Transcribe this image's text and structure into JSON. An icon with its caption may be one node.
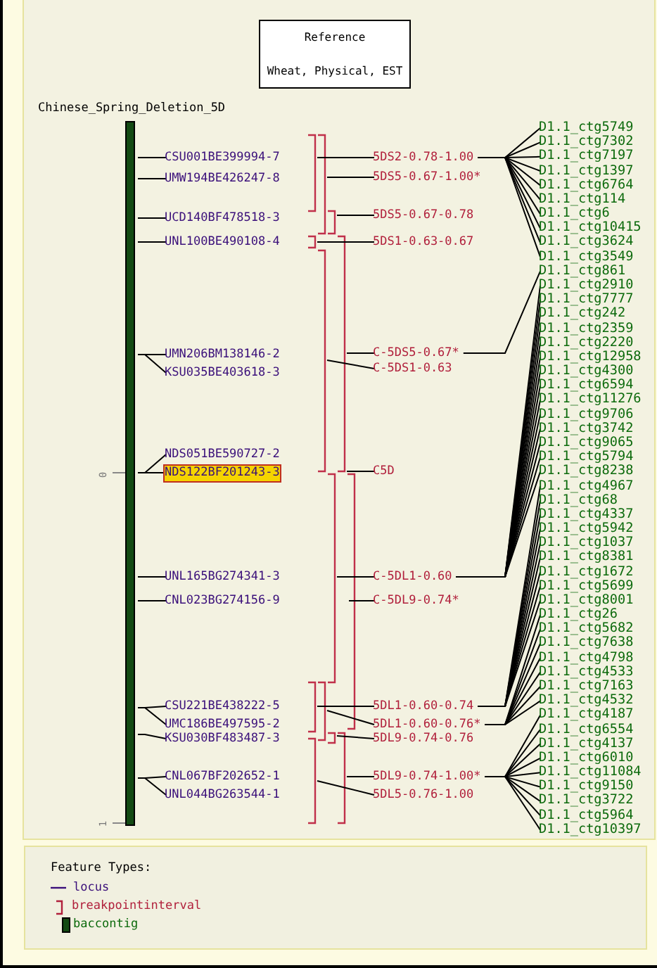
{
  "diagram": {
    "nodes": [
      {
        "text": [
          "Reference",
          "Wheat, Physical, EST"
        ]
      },
      {
        "text": [],
        "shape": "bar",
        "beside": [
          "Chinese_Spring_Deletion_5D"
        ]
      },
      {
        "text": [
          "CSU001BE399994-7"
        ]
      },
      {
        "text": [
          "UMW194BE426247-8"
        ]
      },
      {
        "text": [
          "UCD140BF478518-3"
        ]
      },
      {
        "text": [
          "UNL100BE490108-4"
        ]
      },
      {
        "text": [
          "UMN206BM138146-2"
        ]
      },
      {
        "text": [
          "KSU035BE403618-3"
        ]
      },
      {
        "text": [
          "NDS051BE590727-2"
        ]
      },
      {
        "text": [
          "NDS122BF201243-3"
        ]
      },
      {
        "text": [
          "UNL165BG274341-3"
        ]
      },
      {
        "text": [
          "CNL023BG274156-9"
        ]
      },
      {
        "text": [
          "CSU221BE438222-5"
        ]
      },
      {
        "text": [
          "UMC186BE497595-2"
        ]
      },
      {
        "text": [
          "KSU030BF483487-3"
        ]
      },
      {
        "text": [
          "CNL067BF202652-1"
        ]
      },
      {
        "text": [
          "UNL044BG263544-1"
        ]
      },
      {
        "text": [
          "5DS2-0.78-1.00"
        ]
      },
      {
        "text": [
          "5DS5-0.67-1.00*"
        ]
      },
      {
        "text": [
          "5DS5-0.67-0.78"
        ]
      },
      {
        "text": [
          "5DS1-0.63-0.67"
        ]
      },
      {
        "text": [
          "C-5DS5-0.67*"
        ]
      },
      {
        "text": [
          "C-5DS1-0.63"
        ]
      },
      {
        "text": [
          "C5D"
        ]
      },
      {
        "text": [
          "C-5DL1-0.60"
        ]
      },
      {
        "text": [
          "C-5DL9-0.74*"
        ]
      },
      {
        "text": [
          "5DL1-0.60-0.74"
        ]
      },
      {
        "text": [
          "5DL1-0.60-0.76*"
        ]
      },
      {
        "text": [
          "5DL9-0.74-0.76"
        ]
      },
      {
        "text": [
          "5DL9-0.74-1.00*"
        ]
      },
      {
        "text": [
          "5DL5-0.76-1.00"
        ]
      },
      {
        "text": [
          "D1.1_ctg5749"
        ]
      },
      {
        "text": [
          "D1.1_ctg7302"
        ]
      },
      {
        "text": [
          "D1.1_ctg7197"
        ]
      },
      {
        "text": [
          "D1.1_ctg1397"
        ]
      },
      {
        "text": [
          "D1.1_ctg6764"
        ]
      },
      {
        "text": [
          "D1.1_ctg114"
        ]
      },
      {
        "text": [
          "D1.1_ctg6"
        ]
      },
      {
        "text": [
          "D1.1_ctg10415"
        ]
      },
      {
        "text": [
          "D1.1_ctg3624"
        ]
      },
      {
        "text": [
          "D1.1_ctg3549"
        ]
      },
      {
        "text": [
          "D1.1_ctg861"
        ]
      },
      {
        "text": [
          "D1.1_ctg2910"
        ]
      },
      {
        "text": [
          "D1.1_ctg7777"
        ]
      },
      {
        "text": [
          "D1.1_ctg242"
        ]
      },
      {
        "text": [
          "D1.1_ctg2359"
        ]
      },
      {
        "text": [
          "D1.1_ctg2220"
        ]
      },
      {
        "text": [
          "D1.1_ctg12958"
        ]
      },
      {
        "text": [
          "D1.1_ctg4300"
        ]
      },
      {
        "text": [
          "D1.1_ctg6594"
        ]
      },
      {
        "text": [
          "D1.1_ctg11276"
        ]
      },
      {
        "text": [
          "D1.1_ctg9706"
        ]
      },
      {
        "text": [
          "D1.1_ctg3742"
        ]
      },
      {
        "text": [
          "D1.1_ctg9065"
        ]
      },
      {
        "text": [
          "D1.1_ctg5794"
        ]
      },
      {
        "text": [
          "D1.1_ctg8238"
        ]
      },
      {
        "text": [
          "D1.1_ctg4967"
        ]
      },
      {
        "text": [
          "D1.1_ctg68"
        ]
      },
      {
        "text": [
          "D1.1_ctg4337"
        ]
      },
      {
        "text": [
          "D1.1_ctg5942"
        ]
      },
      {
        "text": [
          "D1.1_ctg1037"
        ]
      },
      {
        "text": [
          "D1.1_ctg8381"
        ]
      },
      {
        "text": [
          "D1.1_ctg1672"
        ]
      },
      {
        "text": [
          "D1.1_ctg5699"
        ]
      },
      {
        "text": [
          "D1.1_ctg8001"
        ]
      },
      {
        "text": [
          "D1.1_ctg26"
        ]
      },
      {
        "text": [
          "D1.1_ctg5682"
        ]
      },
      {
        "text": [
          "D1.1_ctg7638"
        ]
      },
      {
        "text": [
          "D1.1_ctg4798"
        ]
      },
      {
        "text": [
          "D1.1_ctg4533"
        ]
      },
      {
        "text": [
          "D1.1_ctg7163"
        ]
      },
      {
        "text": [
          "D1.1_ctg4532"
        ]
      },
      {
        "text": [
          "D1.1_ctg4187"
        ]
      },
      {
        "text": [
          "D1.1_ctg6554"
        ]
      },
      {
        "text": [
          "D1.1_ctg4137"
        ]
      },
      {
        "text": [
          "D1.1_ctg6010"
        ]
      },
      {
        "text": [
          "D1.1_ctg11084"
        ]
      },
      {
        "text": [
          "D1.1_ctg9150"
        ]
      },
      {
        "text": [
          "D1.1_ctg3722"
        ]
      },
      {
        "text": [
          "D1.1_ctg5964"
        ]
      },
      {
        "text": [
          "D1.1_ctg10397"
        ]
      }
    ],
    "edges": [
      {
        "from": 2,
        "to": 1,
        "arrow": "none"
      },
      {
        "from": 3,
        "to": 1,
        "arrow": "none"
      },
      {
        "from": 4,
        "to": 1,
        "arrow": "none"
      },
      {
        "from": 5,
        "to": 1,
        "arrow": "none"
      },
      {
        "from": 6,
        "to": 1,
        "arrow": "none"
      },
      {
        "from": 7,
        "to": 1,
        "arrow": "none"
      },
      {
        "from": 8,
        "to": 1,
        "arrow": "none"
      },
      {
        "from": 9,
        "to": 1,
        "arrow": "none"
      },
      {
        "from": 10,
        "to": 1,
        "arrow": "none"
      },
      {
        "from": 11,
        "to": 1,
        "arrow": "none"
      },
      {
        "from": 12,
        "to": 1,
        "arrow": "none"
      },
      {
        "from": 13,
        "to": 1,
        "arrow": "none"
      },
      {
        "from": 14,
        "to": 1,
        "arrow": "none"
      },
      {
        "from": 15,
        "to": 1,
        "arrow": "none"
      },
      {
        "from": 16,
        "to": 1,
        "arrow": "none"
      },
      {
        "from": 17,
        "to": null,
        "arrow": "none"
      },
      {
        "from": 18,
        "to": null,
        "arrow": "none"
      },
      {
        "from": 19,
        "to": null,
        "arrow": "none"
      },
      {
        "from": 20,
        "to": null,
        "arrow": "none"
      },
      {
        "from": 21,
        "to": null,
        "arrow": "none"
      },
      {
        "from": 22,
        "to": null,
        "arrow": "none"
      },
      {
        "from": 23,
        "to": null,
        "arrow": "none"
      },
      {
        "from": 24,
        "to": null,
        "arrow": "none"
      },
      {
        "from": 25,
        "to": null,
        "arrow": "none"
      },
      {
        "from": 26,
        "to": null,
        "arrow": "none"
      },
      {
        "from": 27,
        "to": null,
        "arrow": "none"
      },
      {
        "from": 28,
        "to": null,
        "arrow": "none"
      },
      {
        "from": 29,
        "to": null,
        "arrow": "none"
      },
      {
        "from": 30,
        "to": null,
        "arrow": "none"
      },
      {
        "from": 17,
        "to": 31,
        "arrow": "none"
      },
      {
        "from": 17,
        "to": 32,
        "arrow": "none"
      },
      {
        "from": 17,
        "to": 33,
        "arrow": "none"
      },
      {
        "from": 17,
        "to": 34,
        "arrow": "none"
      },
      {
        "from": 17,
        "to": 35,
        "arrow": "none"
      },
      {
        "from": 17,
        "to": 36,
        "arrow": "none"
      },
      {
        "from": 17,
        "to": 37,
        "arrow": "none"
      },
      {
        "from": 17,
        "to": 38,
        "arrow": "none"
      },
      {
        "from": 17,
        "to": 39,
        "arrow": "none"
      },
      {
        "from": 17,
        "to": 40,
        "arrow": "none"
      },
      {
        "from": 21,
        "to": 41,
        "arrow": "none"
      },
      {
        "from": 24,
        "to": 42,
        "arrow": "none"
      },
      {
        "from": 24,
        "to": 43,
        "arrow": "none"
      },
      {
        "from": 24,
        "to": 44,
        "arrow": "none"
      },
      {
        "from": 24,
        "to": 45,
        "arrow": "none"
      },
      {
        "from": 24,
        "to": 46,
        "arrow": "none"
      },
      {
        "from": 24,
        "to": 47,
        "arrow": "none"
      },
      {
        "from": 24,
        "to": 48,
        "arrow": "none"
      },
      {
        "from": 24,
        "to": 49,
        "arrow": "none"
      },
      {
        "from": 24,
        "to": 50,
        "arrow": "none"
      },
      {
        "from": 24,
        "to": 51,
        "arrow": "none"
      },
      {
        "from": 24,
        "to": 52,
        "arrow": "none"
      },
      {
        "from": 24,
        "to": 53,
        "arrow": "none"
      },
      {
        "from": 24,
        "to": 54,
        "arrow": "none"
      },
      {
        "from": 24,
        "to": 55,
        "arrow": "none"
      },
      {
        "from": 26,
        "to": 56,
        "arrow": "none"
      },
      {
        "from": 26,
        "to": 57,
        "arrow": "none"
      },
      {
        "from": 26,
        "to": 58,
        "arrow": "none"
      },
      {
        "from": 26,
        "to": 59,
        "arrow": "none"
      },
      {
        "from": 26,
        "to": 60,
        "arrow": "none"
      },
      {
        "from": 26,
        "to": 61,
        "arrow": "none"
      },
      {
        "from": 26,
        "to": 62,
        "arrow": "none"
      },
      {
        "from": 26,
        "to": 63,
        "arrow": "none"
      },
      {
        "from": 26,
        "to": 64,
        "arrow": "none"
      },
      {
        "from": 27,
        "to": 65,
        "arrow": "none"
      },
      {
        "from": 27,
        "to": 66,
        "arrow": "none"
      },
      {
        "from": 27,
        "to": 67,
        "arrow": "none"
      },
      {
        "from": 27,
        "to": 68,
        "arrow": "none"
      },
      {
        "from": 27,
        "to": 69,
        "arrow": "none"
      },
      {
        "from": 27,
        "to": 70,
        "arrow": "none"
      },
      {
        "from": 27,
        "to": 71,
        "arrow": "none"
      },
      {
        "from": 29,
        "to": 72,
        "arrow": "none"
      },
      {
        "from": 29,
        "to": 73,
        "arrow": "none"
      },
      {
        "from": 29,
        "to": 74,
        "arrow": "none"
      },
      {
        "from": 29,
        "to": 75,
        "arrow": "none"
      },
      {
        "from": 29,
        "to": 76,
        "arrow": "none"
      },
      {
        "from": 29,
        "to": 77,
        "arrow": "none"
      },
      {
        "from": 29,
        "to": 78,
        "arrow": "none"
      },
      {
        "from": 29,
        "to": 79,
        "arrow": "none"
      },
      {
        "from": 29,
        "to": 80,
        "arrow": "none"
      }
    ],
    "labels": [
      "0",
      "1",
      "Feature Types:"
    ],
    "legend": [
      {
        "text": "locus"
      },
      {
        "text": "breakpointinterval"
      },
      {
        "text": "baccontig",
        "color": "#134a13"
      }
    ]
  }
}
